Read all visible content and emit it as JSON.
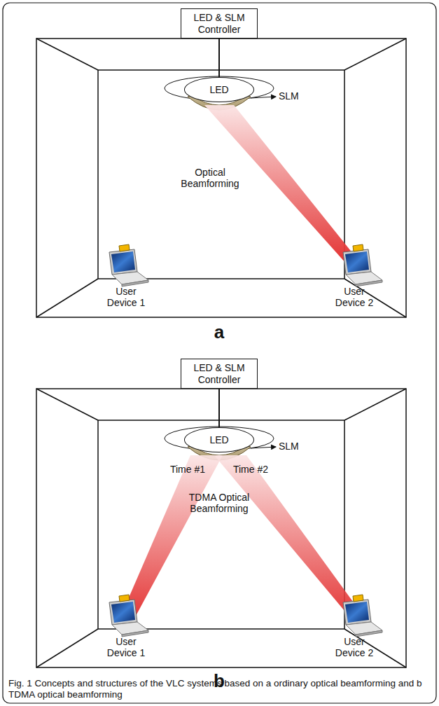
{
  "diagram": {
    "caption": "Fig. 1 Concepts and structures of the VLC systems based on a ordinary optical beamforming and b TDMA optical beamforming",
    "nodes": [
      {
        "text": [
          "LED & SLM Controller"
        ]
      },
      {
        "text": [
          "LED"
        ]
      },
      {
        "text": [
          "LED & SLM Controller"
        ]
      },
      {
        "text": [
          "LED"
        ]
      }
    ],
    "edges": [
      {
        "from": 0,
        "to": 1,
        "arrow": "none"
      },
      {
        "from": 2,
        "to": 3,
        "arrow": "none"
      }
    ],
    "labels": [
      "SLM",
      "Optical Beamforming",
      "User Device 1",
      "User Device 2",
      "a",
      "SLM",
      "Time #1",
      "Time #2",
      "TDMA Optical Beamforming",
      "User Device 1",
      "User Device 2",
      "b"
    ]
  }
}
